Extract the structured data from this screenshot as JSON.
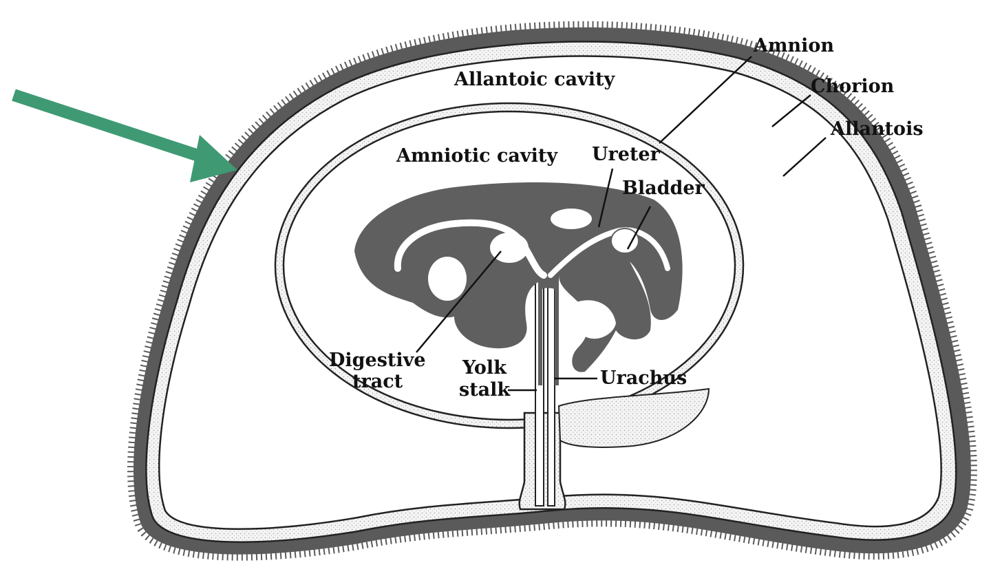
{
  "labels": {
    "allantoic_cavity": "Allantoic cavity",
    "amniotic_cavity": "Amniotic cavity",
    "amnion": "Amnion",
    "chorion": "Chorion",
    "allantois": "Allantois",
    "ureter": "Ureter",
    "bladder": "Bladder",
    "digestive_tract_line1": "Digestive",
    "digestive_tract_line2": "tract",
    "yolk_stalk_line1": "Yolk",
    "yolk_stalk_line2": "stalk",
    "urachus": "Urachus"
  },
  "colors": {
    "chorion_fill": "#5a5a5a",
    "tissue_fill": "#5f5f5f",
    "outline": "#222222",
    "stipple": "#e6e6e6",
    "arrow": "#3f9a74",
    "background": "#ffffff"
  }
}
